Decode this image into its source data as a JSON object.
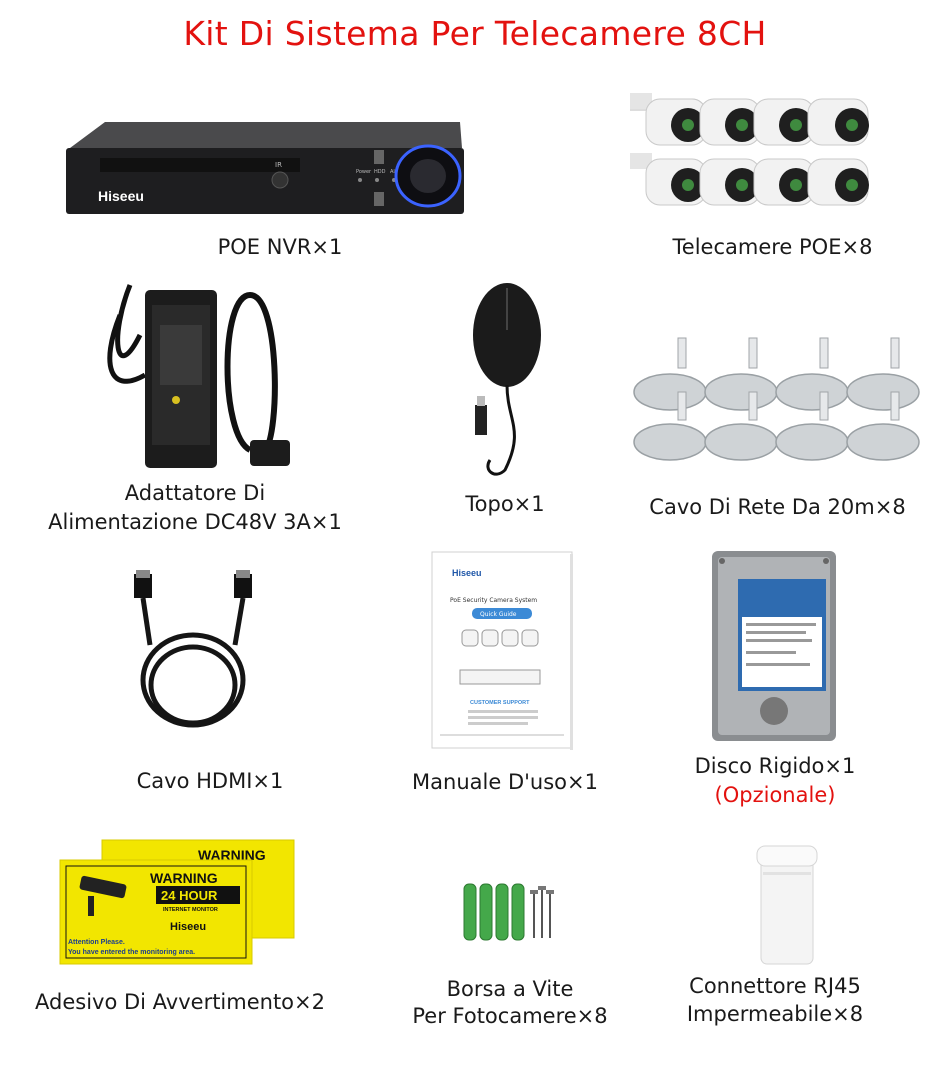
{
  "title": "Kit Di Sistema Per Telecamere 8CH",
  "brand": "Hiseeu",
  "colors": {
    "title": "#e3120f",
    "caption": "#1a1a1a",
    "warning_yellow": "#f2e600",
    "hdd_label": "#2e6bb0"
  },
  "items": [
    {
      "name": "nvr",
      "icon": "nvr-recorder-icon",
      "caption": "POE NVR×1"
    },
    {
      "name": "cameras",
      "icon": "bullet-camera-icon",
      "caption": "Telecamere POE×8"
    },
    {
      "name": "adapter",
      "icon": "power-adapter-icon",
      "caption_line1": "Adattatore Di",
      "caption_line2": "Alimentazione DC48V 3A×1"
    },
    {
      "name": "mouse",
      "icon": "usb-mouse-icon",
      "caption": "Topo×1"
    },
    {
      "name": "network-cable",
      "icon": "network-cable-icon",
      "caption": "Cavo Di Rete Da 20m×8"
    },
    {
      "name": "hdmi",
      "icon": "hdmi-cable-icon",
      "caption": "Cavo HDMI×1"
    },
    {
      "name": "manual",
      "icon": "manual-booklet-icon",
      "caption": "Manuale D'uso×1"
    },
    {
      "name": "hdd",
      "icon": "hard-disk-icon",
      "caption": "Disco Rigido×1",
      "note": "(Opzionale)"
    },
    {
      "name": "sticker",
      "icon": "warning-sticker-icon",
      "caption": "Adesivo Di Avvertimento×2"
    },
    {
      "name": "screws",
      "icon": "screw-bag-icon",
      "caption_line1": "Borsa a Vite",
      "caption_line2": "Per Fotocamere×8"
    },
    {
      "name": "rj45",
      "icon": "rj45-connector-icon",
      "caption_line1": "Connettore RJ45",
      "caption_line2": "Impermeabile×8"
    }
  ],
  "nvr_labels": {
    "ir": "IR",
    "power": "Power",
    "hdd": "HDD",
    "alarm": "Alarm"
  },
  "manual_text": {
    "heading": "PoE Security Camera System",
    "button": "Quick Guide",
    "support": "CUSTOMER SUPPORT"
  },
  "sticker_text": {
    "warning": "WARNING",
    "hours": "24 HOUR",
    "monitor": "INTERNET MONITOR",
    "attention": "Attention Please.",
    "entered": "You have entered the monitoring area."
  }
}
